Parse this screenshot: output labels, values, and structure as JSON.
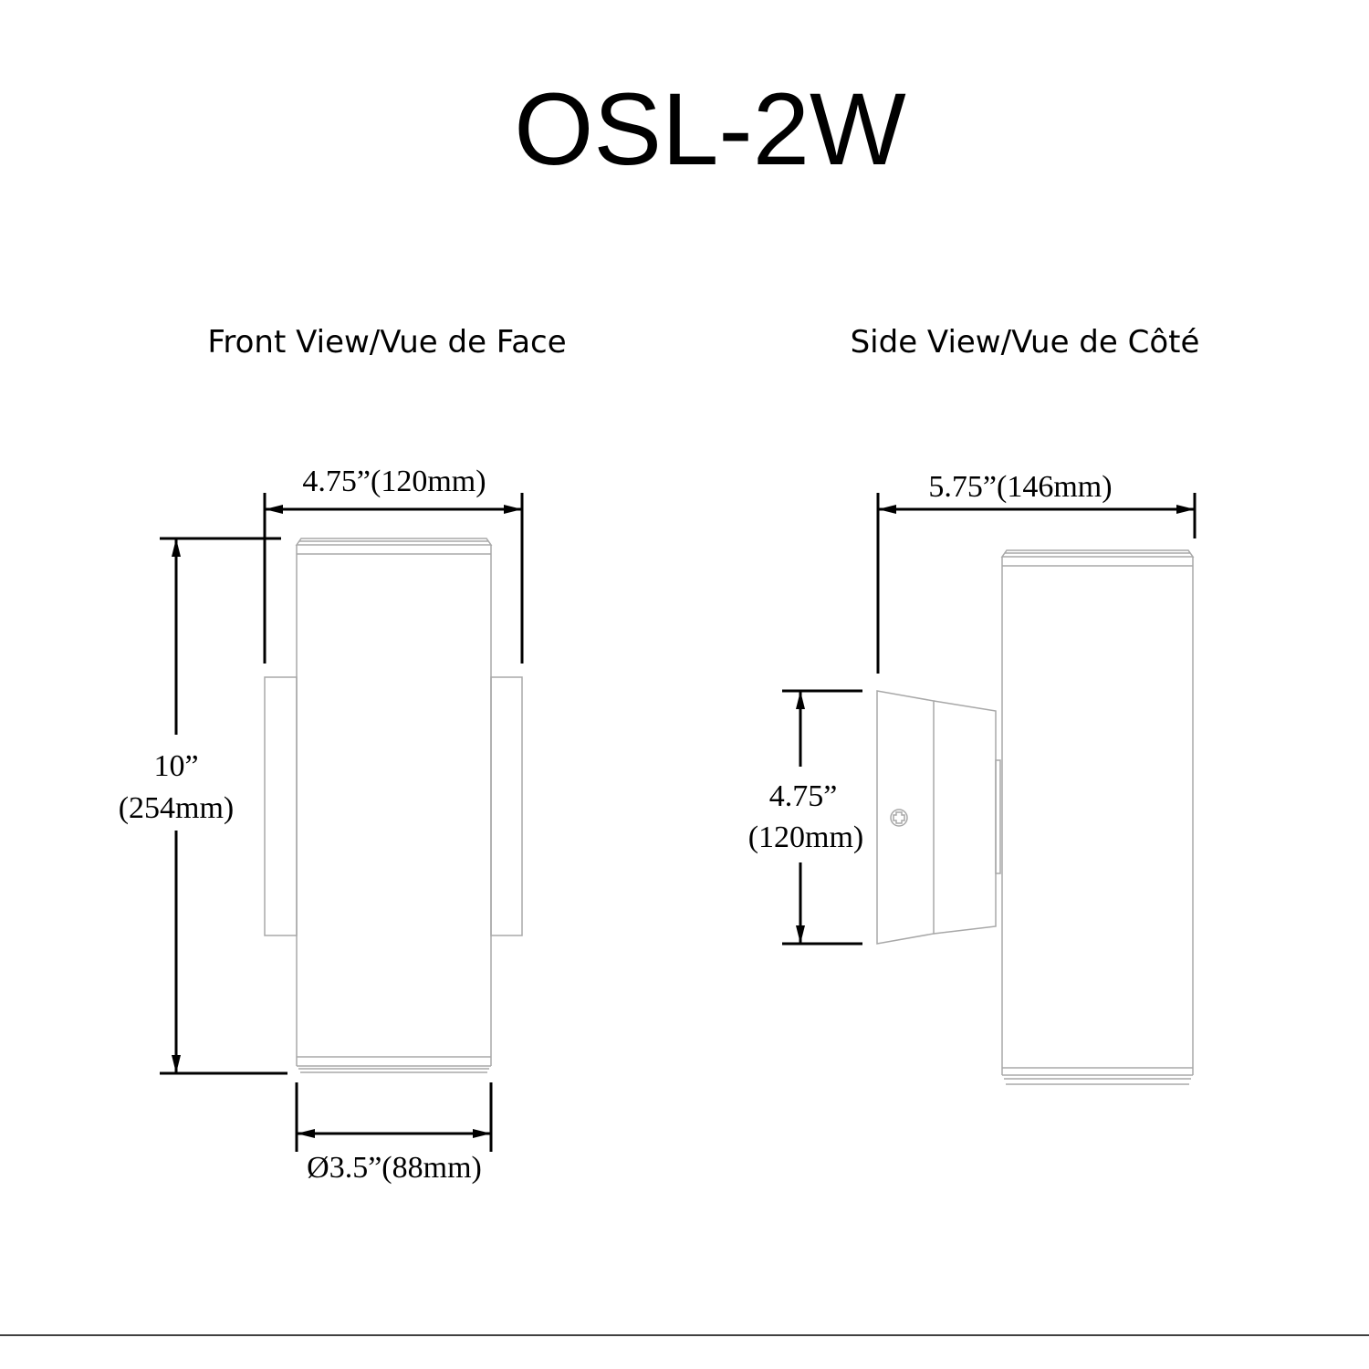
{
  "title": "OSL-2W",
  "front_view": {
    "label": "Front View/Vue de Face",
    "width_dim": "4.75”(120mm)",
    "height_dim_in": "10”",
    "height_dim_mm": "(254mm)",
    "diameter_dim": "Ø3.5”(88mm)"
  },
  "side_view": {
    "label": "Side View/Vue de Côté",
    "depth_dim": "5.75”(146mm)",
    "base_dim_in": "4.75”",
    "base_dim_mm": "(120mm)"
  }
}
